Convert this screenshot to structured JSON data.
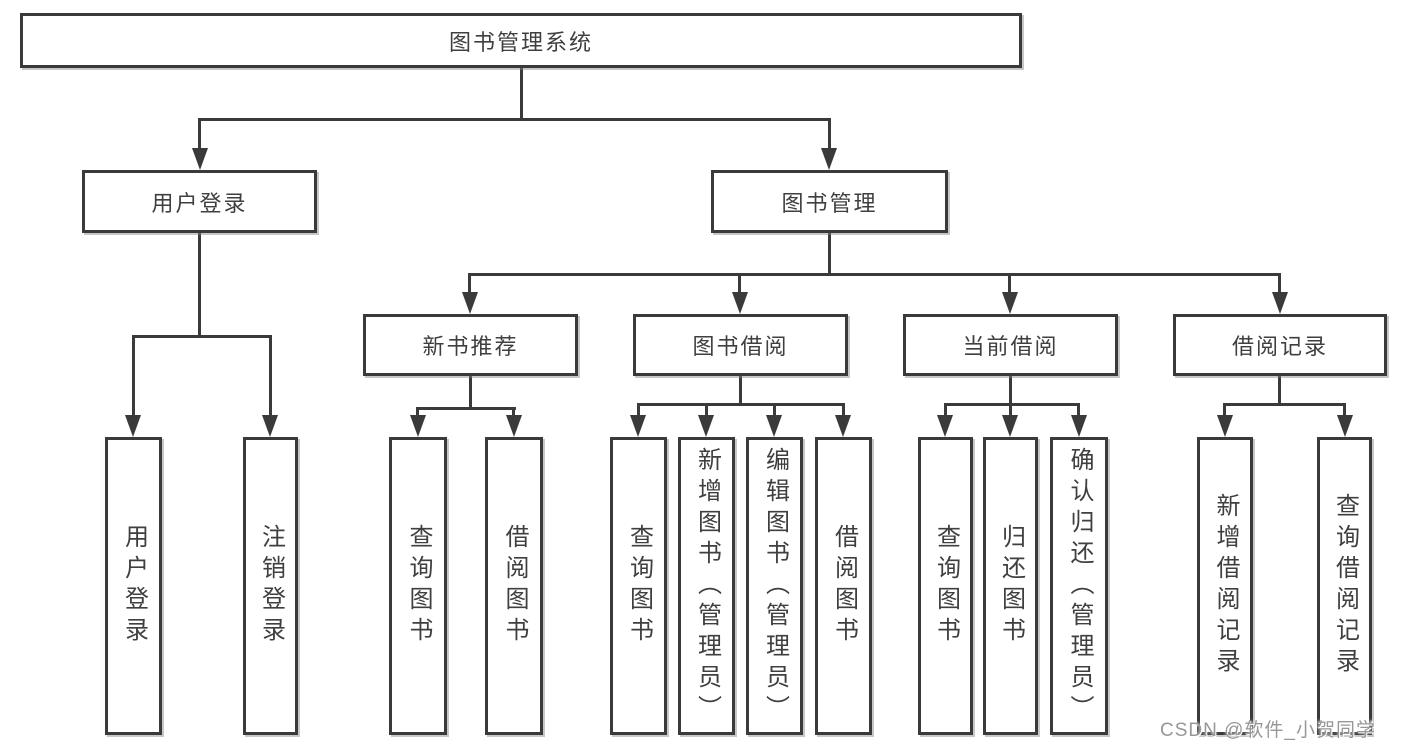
{
  "diagram": {
    "title": "图书管理系统",
    "nodes": {
      "root": "图书管理系统",
      "user_login": "用户登录",
      "book_mgmt": "图书管理",
      "login": "用户登录",
      "logout": "注销登录",
      "new_book": "新书推荐",
      "book_borrow": "图书借阅",
      "current_borrow": "当前借阅",
      "borrow_record": "借阅记录",
      "nb_query": "查询图书",
      "nb_borrow": "借阅图书",
      "bb_query": "查询图书",
      "bb_add": "新增图书（管理员）",
      "bb_edit": "编辑图书（管理员）",
      "bb_borrow": "借阅图书",
      "cb_query": "查询图书",
      "cb_return": "归还图书",
      "cb_confirm": "确认归还（管理员）",
      "rc_add": "新增借阅记录",
      "rc_query": "查询借阅记录"
    },
    "edges": [
      {
        "from": "图书管理系统",
        "to": [
          "用户登录",
          "图书管理"
        ]
      },
      {
        "from": "用户登录",
        "to": [
          "用户登录",
          "注销登录"
        ]
      },
      {
        "from": "图书管理",
        "to": [
          "新书推荐",
          "图书借阅",
          "当前借阅",
          "借阅记录"
        ]
      },
      {
        "from": "新书推荐",
        "to": [
          "查询图书",
          "借阅图书"
        ]
      },
      {
        "from": "图书借阅",
        "to": [
          "查询图书",
          "新增图书（管理员）",
          "编辑图书（管理员）",
          "借阅图书"
        ]
      },
      {
        "from": "当前借阅",
        "to": [
          "查询图书",
          "归还图书",
          "确认归还（管理员）"
        ]
      },
      {
        "from": "借阅记录",
        "to": [
          "新增借阅记录",
          "查询借阅记录"
        ]
      }
    ],
    "colors": {
      "line": "#3a3a3a",
      "text": "#3f3f3f",
      "background": "#ffffff",
      "watermark": "#97989a"
    }
  },
  "watermark": {
    "text": "CSDN @软件_小贺同学"
  }
}
